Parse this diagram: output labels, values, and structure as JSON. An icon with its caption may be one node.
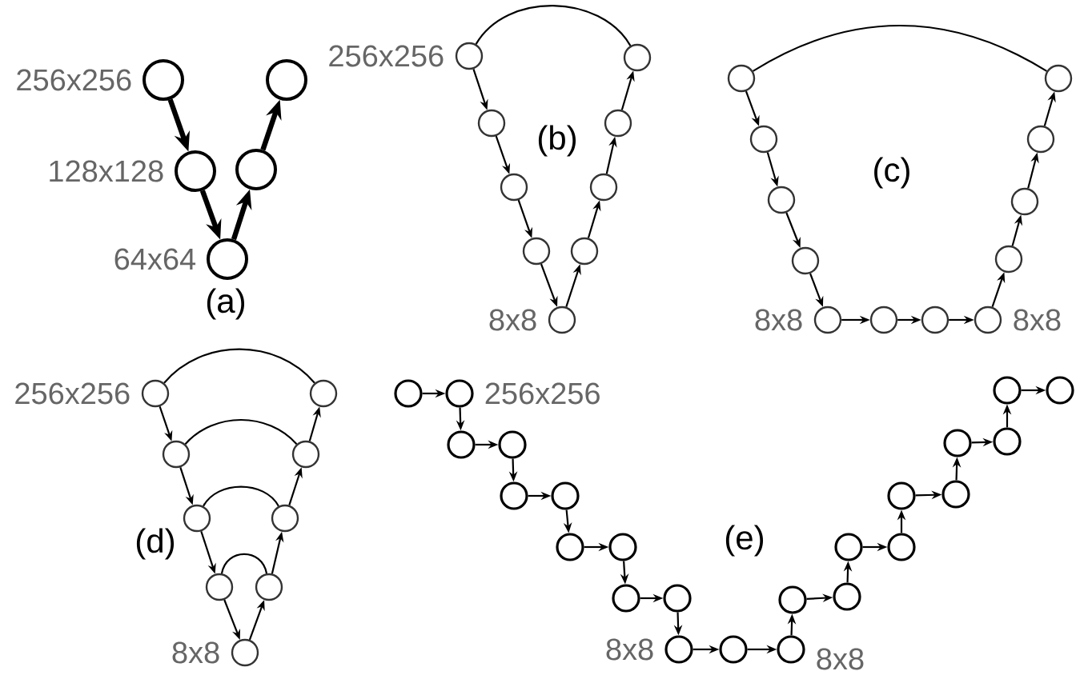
{
  "diagram": {
    "nodes": [
      {
        "text": [],
        "shape": "circle",
        "beside": [
          "256x256"
        ]
      },
      {
        "text": [],
        "shape": "circle",
        "beside": [
          "128x128"
        ]
      },
      {
        "text": [],
        "shape": "circle",
        "beside": [
          "64x64"
        ]
      },
      {
        "text": [],
        "shape": "circle"
      },
      {
        "text": [],
        "shape": "circle"
      },
      {
        "text": [],
        "shape": "circle",
        "beside": [
          "256x256"
        ]
      },
      {
        "text": [],
        "shape": "circle"
      },
      {
        "text": [],
        "shape": "circle"
      },
      {
        "text": [],
        "shape": "circle"
      },
      {
        "text": [],
        "shape": "circle",
        "beside": [
          "8x8"
        ]
      },
      {
        "text": [],
        "shape": "circle"
      },
      {
        "text": [],
        "shape": "circle"
      },
      {
        "text": [],
        "shape": "circle"
      },
      {
        "text": [],
        "shape": "circle"
      },
      {
        "text": [],
        "shape": "circle"
      },
      {
        "text": [],
        "shape": "circle"
      },
      {
        "text": [],
        "shape": "circle"
      },
      {
        "text": [],
        "shape": "circle"
      },
      {
        "text": [],
        "shape": "circle",
        "beside": [
          "8x8"
        ]
      },
      {
        "text": [],
        "shape": "circle"
      },
      {
        "text": [],
        "shape": "circle"
      },
      {
        "text": [],
        "shape": "circle",
        "beside": [
          "8x8"
        ]
      },
      {
        "text": [],
        "shape": "circle"
      },
      {
        "text": [],
        "shape": "circle"
      },
      {
        "text": [],
        "shape": "circle"
      },
      {
        "text": [],
        "shape": "circle"
      },
      {
        "text": [],
        "shape": "circle",
        "beside": [
          "256x256"
        ]
      },
      {
        "text": [],
        "shape": "circle"
      },
      {
        "text": [],
        "shape": "circle"
      },
      {
        "text": [],
        "shape": "circle"
      },
      {
        "text": [],
        "shape": "circle",
        "beside": [
          "8x8"
        ]
      },
      {
        "text": [],
        "shape": "circle"
      },
      {
        "text": [],
        "shape": "circle"
      },
      {
        "text": [],
        "shape": "circle"
      },
      {
        "text": [],
        "shape": "circle"
      },
      {
        "text": [],
        "shape": "circle"
      },
      {
        "text": [],
        "shape": "circle",
        "beside": [
          "256x256"
        ]
      },
      {
        "text": [],
        "shape": "circle"
      },
      {
        "text": [],
        "shape": "circle"
      },
      {
        "text": [],
        "shape": "circle"
      },
      {
        "text": [],
        "shape": "circle"
      },
      {
        "text": [],
        "shape": "circle"
      },
      {
        "text": [],
        "shape": "circle"
      },
      {
        "text": [],
        "shape": "circle"
      },
      {
        "text": [],
        "shape": "circle"
      },
      {
        "text": [],
        "shape": "circle",
        "beside": [
          "8x8"
        ]
      },
      {
        "text": [],
        "shape": "circle"
      },
      {
        "text": [],
        "shape": "circle",
        "beside": [
          "8x8"
        ]
      },
      {
        "text": [],
        "shape": "circle"
      },
      {
        "text": [],
        "shape": "circle"
      },
      {
        "text": [],
        "shape": "circle"
      },
      {
        "text": [],
        "shape": "circle"
      },
      {
        "text": [],
        "shape": "circle"
      },
      {
        "text": [],
        "shape": "circle"
      },
      {
        "text": [],
        "shape": "circle"
      },
      {
        "text": [],
        "shape": "circle"
      },
      {
        "text": [],
        "shape": "circle"
      },
      {
        "text": [],
        "shape": "circle"
      }
    ],
    "edges": [
      {
        "from": 0,
        "to": 1,
        "arrow": "to",
        "style": "thick"
      },
      {
        "from": 1,
        "to": 2,
        "arrow": "to",
        "style": "thick"
      },
      {
        "from": 2,
        "to": 3,
        "arrow": "to",
        "style": "thick"
      },
      {
        "from": 3,
        "to": 4,
        "arrow": "to",
        "style": "thick"
      },
      {
        "from": 5,
        "to": 6,
        "arrow": "to"
      },
      {
        "from": 6,
        "to": 7,
        "arrow": "to"
      },
      {
        "from": 7,
        "to": 8,
        "arrow": "to"
      },
      {
        "from": 8,
        "to": 9,
        "arrow": "to"
      },
      {
        "from": 9,
        "to": 10,
        "arrow": "to"
      },
      {
        "from": 10,
        "to": 11,
        "arrow": "to"
      },
      {
        "from": 11,
        "to": 12,
        "arrow": "to"
      },
      {
        "from": 12,
        "to": 13,
        "arrow": "to"
      },
      {
        "from": 5,
        "to": 13,
        "arrow": "none"
      },
      {
        "from": 14,
        "to": 15,
        "arrow": "to"
      },
      {
        "from": 15,
        "to": 16,
        "arrow": "to"
      },
      {
        "from": 16,
        "to": 17,
        "arrow": "to"
      },
      {
        "from": 17,
        "to": 18,
        "arrow": "to"
      },
      {
        "from": 18,
        "to": 19,
        "arrow": "to"
      },
      {
        "from": 19,
        "to": 20,
        "arrow": "to"
      },
      {
        "from": 20,
        "to": 21,
        "arrow": "to"
      },
      {
        "from": 21,
        "to": 22,
        "arrow": "to"
      },
      {
        "from": 22,
        "to": 23,
        "arrow": "to"
      },
      {
        "from": 23,
        "to": 24,
        "arrow": "to"
      },
      {
        "from": 24,
        "to": 25,
        "arrow": "to"
      },
      {
        "from": 14,
        "to": 25,
        "arrow": "none"
      },
      {
        "from": 26,
        "to": 27,
        "arrow": "to"
      },
      {
        "from": 27,
        "to": 28,
        "arrow": "to"
      },
      {
        "from": 28,
        "to": 29,
        "arrow": "to"
      },
      {
        "from": 29,
        "to": 30,
        "arrow": "to"
      },
      {
        "from": 30,
        "to": 31,
        "arrow": "to"
      },
      {
        "from": 31,
        "to": 32,
        "arrow": "to"
      },
      {
        "from": 32,
        "to": 33,
        "arrow": "to"
      },
      {
        "from": 33,
        "to": 34,
        "arrow": "to"
      },
      {
        "from": 26,
        "to": 34,
        "arrow": "none"
      },
      {
        "from": 27,
        "to": 33,
        "arrow": "none"
      },
      {
        "from": 28,
        "to": 32,
        "arrow": "none"
      },
      {
        "from": 29,
        "to": 31,
        "arrow": "none"
      },
      {
        "from": 35,
        "to": 36,
        "arrow": "to"
      },
      {
        "from": 36,
        "to": 37,
        "arrow": "to"
      },
      {
        "from": 37,
        "to": 38,
        "arrow": "to"
      },
      {
        "from": 38,
        "to": 39,
        "arrow": "to"
      },
      {
        "from": 39,
        "to": 40,
        "arrow": "to"
      },
      {
        "from": 40,
        "to": 41,
        "arrow": "to"
      },
      {
        "from": 41,
        "to": 42,
        "arrow": "to"
      },
      {
        "from": 42,
        "to": 43,
        "arrow": "to"
      },
      {
        "from": 43,
        "to": 44,
        "arrow": "to"
      },
      {
        "from": 44,
        "to": 45,
        "arrow": "to"
      },
      {
        "from": 45,
        "to": 46,
        "arrow": "to"
      },
      {
        "from": 46,
        "to": 47,
        "arrow": "to"
      },
      {
        "from": 47,
        "to": 48,
        "arrow": "to"
      },
      {
        "from": 48,
        "to": 49,
        "arrow": "to"
      },
      {
        "from": 49,
        "to": 50,
        "arrow": "to"
      },
      {
        "from": 50,
        "to": 51,
        "arrow": "to"
      },
      {
        "from": 51,
        "to": 52,
        "arrow": "to"
      },
      {
        "from": 52,
        "to": 53,
        "arrow": "to"
      },
      {
        "from": 53,
        "to": 54,
        "arrow": "to"
      },
      {
        "from": 54,
        "to": 55,
        "arrow": "to"
      },
      {
        "from": 55,
        "to": 56,
        "arrow": "to"
      },
      {
        "from": 56,
        "to": 57,
        "arrow": "to"
      }
    ],
    "labels": [
      "(a)",
      "(b)",
      "(c)",
      "(d)",
      "(e)"
    ]
  }
}
